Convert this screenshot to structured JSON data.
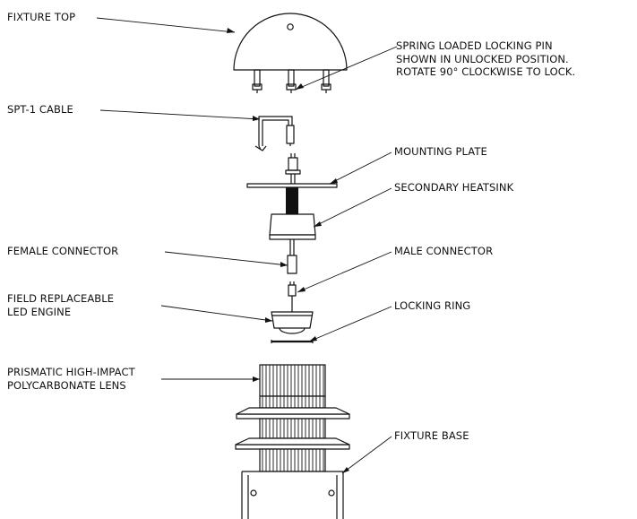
{
  "labels": {
    "fixture_top": "FIXTURE TOP",
    "locking_pin": [
      "SPRING LOADED LOCKING PIN",
      "SHOWN IN UNLOCKED POSITION.",
      "ROTATE 90° CLOCKWISE TO LOCK."
    ],
    "spt1_cable": "SPT-1 CABLE",
    "mounting_plate": "MOUNTING PLATE",
    "secondary_heatsink": "SECONDARY HEATSINK",
    "female_connector": "FEMALE CONNECTOR",
    "male_connector": "MALE CONNECTOR",
    "led_engine": [
      "FIELD REPLACEABLE",
      "LED ENGINE"
    ],
    "locking_ring": "LOCKING RING",
    "lens": [
      "PRISMATIC HIGH-IMPACT",
      "POLYCARBONATE LENS"
    ],
    "fixture_base": "FIXTURE BASE"
  }
}
